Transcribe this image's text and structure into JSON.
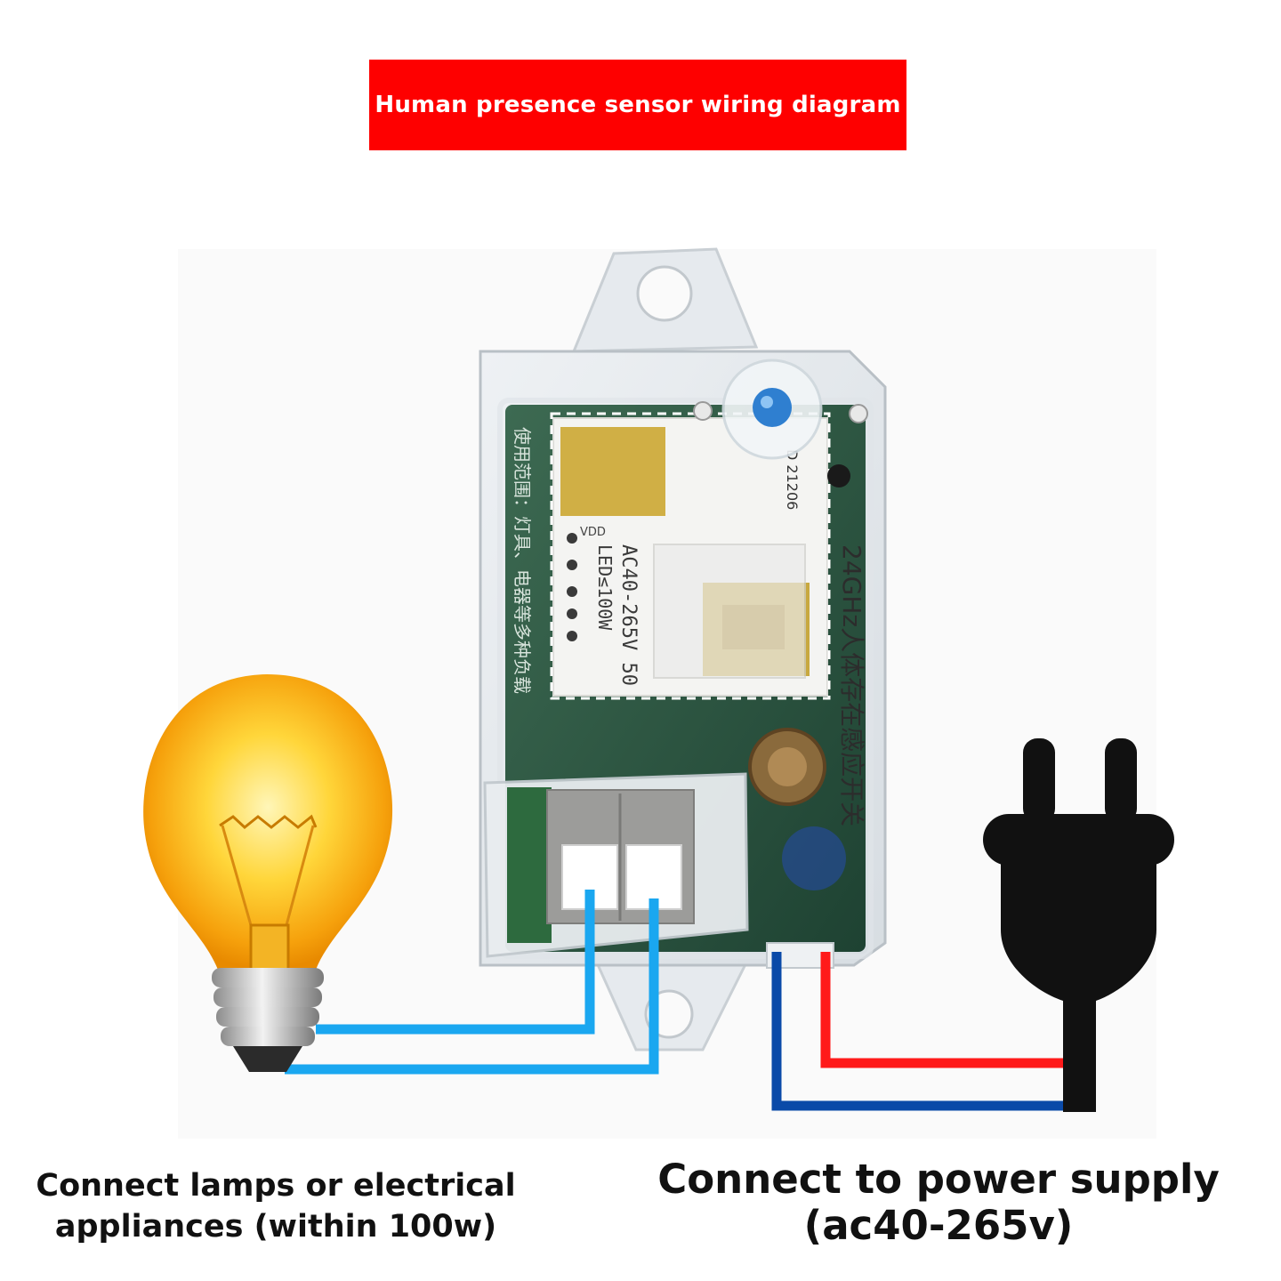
{
  "title": "Human presence sensor wiring diagram",
  "device": {
    "label_vertical": "24GHz人体存在感应开关",
    "spec_text": "AC40-265V 50",
    "spec_text_2": "LED≤100W",
    "pin_label": "VDD",
    "model_label": "D 21206",
    "left_notes": "使用范围：灯具、电器等多种负载"
  },
  "captions": {
    "lamp": [
      "Connect lamps or electrical",
      "appliances (within 100w)"
    ],
    "power": [
      "Connect to power supply",
      "(ac40-265v)"
    ]
  },
  "colors": {
    "banner": "#fe0000",
    "lamp_wire": "#1aa7f0",
    "neutral_wire": "#0a4aa8",
    "live_wire": "#ff1a1a",
    "plug": "#111111"
  },
  "icons": [
    "light-bulb-icon",
    "power-plug-icon"
  ]
}
